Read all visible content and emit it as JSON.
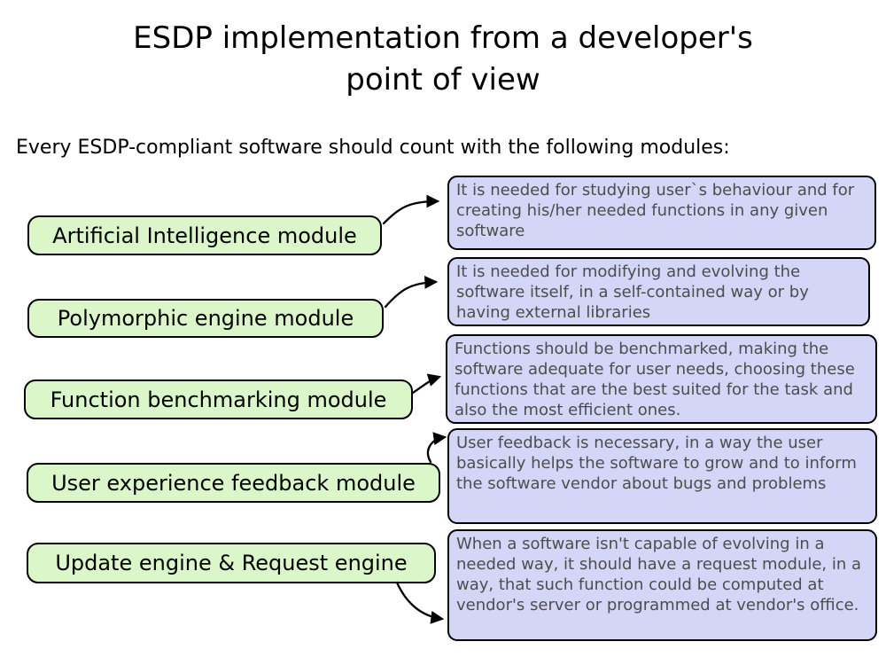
{
  "title": "ESDP implementation from a developer's\npoint of view",
  "subtitle": "Every ESDP-compliant software should count with the following modules:",
  "colors": {
    "module_fill": "#dbf7c9",
    "desc_fill": "#d3d6f6",
    "desc_text": "#4d4d4d",
    "border": "#000000"
  },
  "modules": [
    {
      "label": "Artificial Intelligence module",
      "description": "It is needed for studying user`s behaviour and for creating his/her needed functions in any given software"
    },
    {
      "label": "Polymorphic engine module",
      "description": "It is needed for modifying and evolving the software itself, in a self-contained way or by having external libraries"
    },
    {
      "label": "Function benchmarking module",
      "description": "Functions should be benchmarked, making the software adequate for user needs, choosing these functions that are the best suited for the task and also the most efficient ones."
    },
    {
      "label": "User experience feedback module",
      "description": "User feedback is necessary, in a way the user basically helps the software to grow and to inform the software vendor about bugs and problems"
    },
    {
      "label": "Update engine & Request engine",
      "description": "When a software isn't capable of evolving in a needed way, it should have a request module, in a way, that such function could be computed at vendor's server or programmed at vendor's office."
    }
  ]
}
